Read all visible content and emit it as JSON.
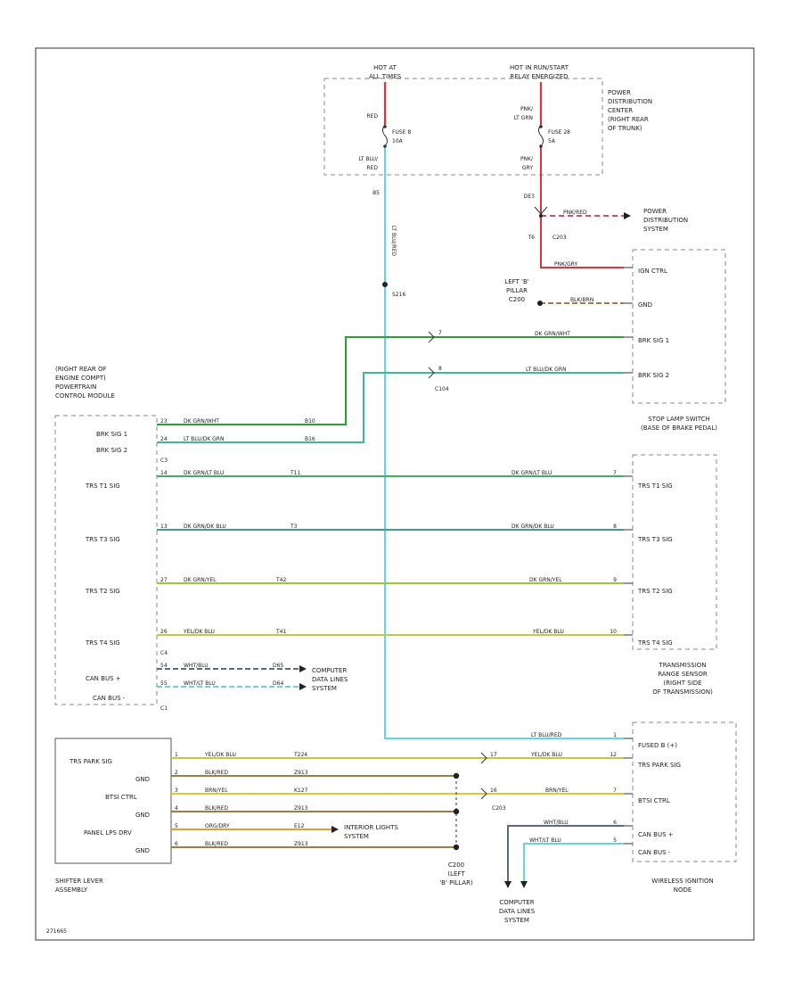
{
  "colors": {
    "red": "#e2303c",
    "lt_blu": "#5fd8e6",
    "dk_grn": "#2e9e3a",
    "lt_grn": "#3fba8e",
    "dk_grn_blu": "#3fae6a",
    "dk_grn_blu2": "#3f9e8a",
    "dk_grn_yel": "#9cc832",
    "yel_blu": "#bfc94a",
    "blk_red": "#9b7c4c",
    "brn_yel": "#e5c23a",
    "org_dry": "#e39a3a",
    "wht_blu": "#5d6b7a",
    "wht_lt_blu": "#6ad6cf",
    "pnk_red": "#e0486a",
    "box": "#8a8a8a",
    "frame": "#555555"
  },
  "fuse_box": {
    "hot_at_left": "HOT AT",
    "hot_at_left2": "ALL TIMES",
    "hot_at_right": "HOT IN RUN/START",
    "hot_at_right2": "RELAY ENERGIZED",
    "pdc_label": [
      "POWER",
      "DISTRIBUTION",
      "CENTER",
      "(RIGHT REAR",
      "OF TRUNK)"
    ],
    "fuse_left_name": "FUSE 8",
    "fuse_left_amp": "10A",
    "fuse_right_name": "FUSE 28",
    "fuse_right_amp": "5A",
    "wire_red": "RED",
    "wire_lt_blu_red": "LT BLU/",
    "wire_lt_blu_red2": "RED",
    "wire_pnk_lt_grn": "PNK/",
    "wire_pnk_lt_grn2": "LT GRN",
    "wire_pnk_gry": "PNK/",
    "wire_pnk_gry2": "GRY",
    "pin_left": "B5",
    "pin_right": "DE3"
  },
  "top_connectors": {
    "lt_blu_red_vert": "LT BLU/RED",
    "s216": "S216",
    "c203_a": "C203",
    "c203_pin": "T6",
    "pnk_red": "PNK/RED",
    "pnk_gry": "PNK/GRY",
    "power_dist": [
      "POWER",
      "DISTRIBUTION",
      "SYSTEM"
    ]
  },
  "stop_lamp": {
    "pins": [
      "IGN CTRL",
      "GND",
      "BRK SIG 1",
      "BRK SIG 2"
    ],
    "label": [
      "STOP LAMP SWITCH",
      "(BASE OF BRAKE PEDAL)"
    ],
    "pillar": [
      "LEFT 'B'",
      "PILLAR",
      "C200"
    ],
    "wire_blk_brn": "BLK/BRN",
    "wire_dk_grn_wht": "DK GRN/WHT",
    "wire_lt_blu_grn": "LT BLU/DK GRN",
    "c104": "C104",
    "c104_p1": "7",
    "c104_p2": "8"
  },
  "pcm": {
    "label": [
      "(RIGHT REAR OF",
      "ENGINE COMPT)",
      "POWERTRAIN",
      "CONTROL MODULE"
    ],
    "pins": [
      "BRK SIG 1",
      "BRK SIG 2",
      "TRS T1 SIG",
      "TRS T3 SIG",
      "TRS T2 SIG",
      "TRS T4 SIG",
      "CAN BUS +",
      "CAN BUS -"
    ],
    "conn_c3": "C3",
    "conn_c4": "C4",
    "conn_c1": "C1",
    "pin_nums": [
      "23",
      "24",
      "14",
      "13",
      "27",
      "26",
      "54",
      "55"
    ],
    "wire_codes": [
      "B10",
      "B16",
      "T11",
      "T3",
      "T42",
      "T41",
      "D65",
      "D64"
    ]
  },
  "trs": {
    "pins": [
      "TRS T1 SIG",
      "TRS T3 SIG",
      "TRS T2 SIG",
      "TRS T4 SIG"
    ],
    "label": [
      "TRANSMISSION",
      "RANGE SENSOR",
      "(RIGHT SIDE",
      "OF TRANSMISSION)"
    ],
    "wires": [
      "DK GRN/LT BLU",
      "DK GRN/DK BLU",
      "DK GRN/YEL",
      "YEL/DK BLU"
    ],
    "pin_nums": [
      "7",
      "8",
      "9",
      "10"
    ]
  },
  "computer_data_top": [
    "COMPUTER",
    "DATA LINES",
    "SYSTEM"
  ],
  "shifter": {
    "pins": [
      "TRS PARK SIG",
      "GND",
      "BTSI CTRL",
      "GND",
      "PANEL LPS DRV",
      "GND"
    ],
    "label": [
      "SHIFTER LEVER",
      "ASSEMBLY"
    ],
    "pin_nums": [
      "1",
      "2",
      "3",
      "4",
      "5",
      "6"
    ],
    "wire_colors": [
      "YEL/DK BLU",
      "BLK/RED",
      "BRN/YEL",
      "BLK/RED",
      "ORG/DRY",
      "BLK/RED"
    ],
    "wire_codes": [
      "T224",
      "Z913",
      "K127",
      "Z913",
      "E12",
      "Z913"
    ]
  },
  "wim": {
    "pins": [
      "FUSED B (+)",
      "TRS PARK SIG",
      "BTSI CTRL",
      "CAN BUS +",
      "CAN BUS -"
    ],
    "label": [
      "WIRELESS IGNITION",
      "NODE"
    ],
    "wire_lt_blu_red": "LT BLU/RED",
    "wire_yel_blu": "YEL/DK BLU",
    "wire_brn_yel": "BRN/YEL",
    "wire_wht_blu": "WHT/BLU",
    "wire_wht_lt_blu": "WHT/LT BLU",
    "pin_nums": [
      "1",
      "12",
      "7",
      "6",
      "5"
    ]
  },
  "bottom": {
    "c203": "C203",
    "c203_p1": "17",
    "c203_p2": "16",
    "interior": [
      "INTERIOR LIGHTS",
      "SYSTEM"
    ],
    "c200": [
      "C200",
      "(LEFT",
      "'B' PILLAR)"
    ],
    "computer_data": [
      "COMPUTER",
      "DATA LINES",
      "SYSTEM"
    ]
  },
  "figure_id": "271665"
}
